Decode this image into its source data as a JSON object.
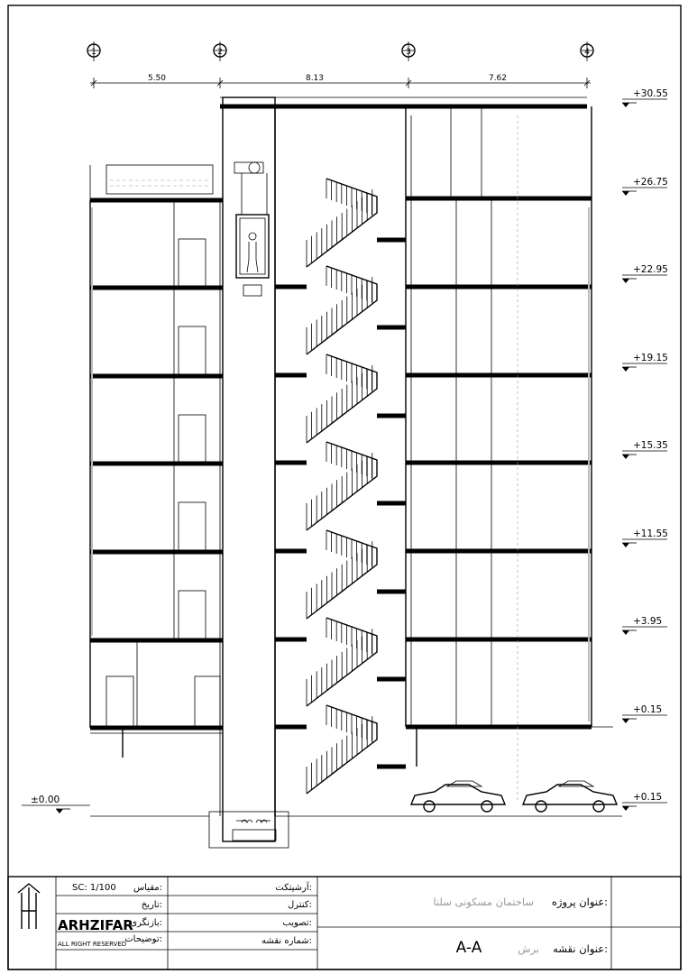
{
  "grid": {
    "axes": [
      "1",
      "2",
      "3",
      "4"
    ],
    "spans": [
      "5.50",
      "8.13",
      "7.62"
    ]
  },
  "levels": [
    "+30.55",
    "+26.75",
    "+22.95",
    "+19.15",
    "+15.35",
    "+11.55",
    "+3.95",
    "+0.15",
    "+0.15"
  ],
  "ground": "±0.00",
  "title_block": {
    "scale_value": "SC: 1/100",
    "scale_label": "مقیاس:",
    "date_label": "تاریخ:",
    "revision_label": "بازنگری:",
    "notes_label": "توضیحات:",
    "architect_label": "آرشیتکت:",
    "control_label": "کنترل:",
    "approval_label": "تصویب:",
    "sheet_no_label": "شماره نقشه:",
    "project_title_label": "عنوان پروژه:",
    "project_title_value": "ساختمان مسکونی سلنا",
    "drawing_title_label": "عنوان نقشه:",
    "drawing_title_value": "برش",
    "drawing_code": "A-A",
    "logo_text": "ARHZIFAR",
    "logo_sub": "ALL RIGHT RESERVED"
  }
}
